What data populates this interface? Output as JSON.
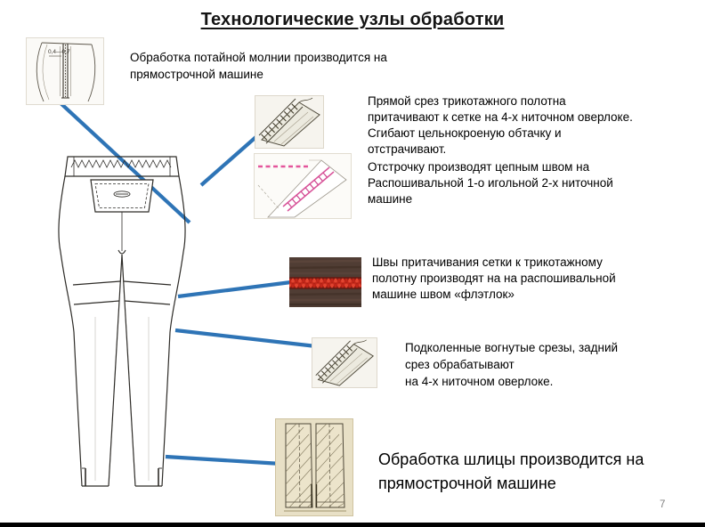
{
  "slide": {
    "title": "Технологические узлы обработки",
    "page_number": "7",
    "accent_color": "#2e74b6"
  },
  "captions": {
    "zipper": {
      "lines": [
        "Обработка потайной молнии производится на",
        "прямострочной машине"
      ],
      "measurement": "0,4—0,7"
    },
    "overlock_top": {
      "lines": [
        "Прямой срез трикотажного полотна",
        "притачивают к сетке на 4-х ниточном оверлоке.",
        "Сгибают цельнокроеную обтачку и",
        "отстрачивают."
      ]
    },
    "coverstitch": {
      "lines": [
        "Отстрочку производят  цепным швом на",
        "Распошивальной 1-о игольной 2-х   ниточной",
        "машине"
      ]
    },
    "flatlock": {
      "lines": [
        "Швы  притачивания сетки к трикотажному",
        "полотну производят на  на  распошивальной",
        "машине швом «флэтлок»"
      ]
    },
    "knee": {
      "lines": [
        "Подколенные вогнутые срезы,  задний",
        "срез обрабатывают",
        "на 4-х ниточном оверлоке."
      ]
    },
    "slit": {
      "lines": [
        "Обработка шлицы производится на",
        "прямострочной машине"
      ]
    }
  }
}
